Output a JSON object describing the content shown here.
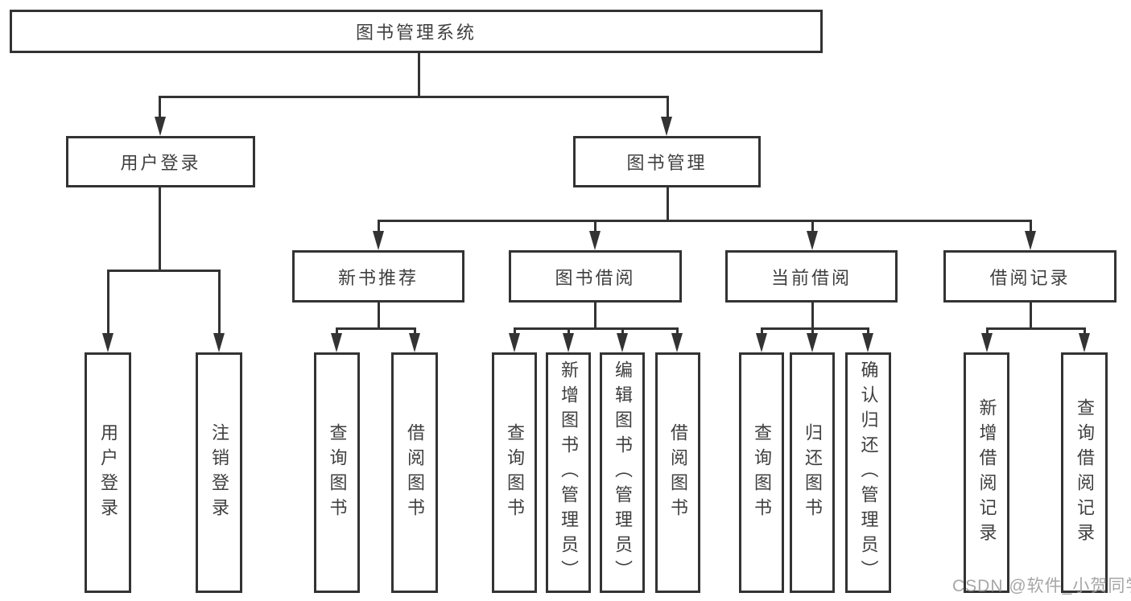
{
  "colors": {
    "line": "#333333",
    "box_border": "#333333",
    "box_fill": "#ffffff",
    "text": "#3f3f3f",
    "watermark": "#9e9e9e",
    "background": "#ffffff"
  },
  "tree": {
    "root": "图书管理系统",
    "branches": [
      {
        "label": "用户登录",
        "children": [
          "用户登录",
          "注销登录"
        ]
      },
      {
        "label": "图书管理",
        "sections": [
          {
            "label": "新书推荐",
            "children": [
              "查询图书",
              "借阅图书"
            ]
          },
          {
            "label": "图书借阅",
            "children": [
              "查询图书",
              "新增图书（管理员）",
              "编辑图书（管理员）",
              "借阅图书"
            ]
          },
          {
            "label": "当前借阅",
            "children": [
              "查询图书",
              "归还图书",
              "确认归还（管理员）"
            ]
          },
          {
            "label": "借阅记录",
            "children": [
              "新增借阅记录",
              "查询借阅记录"
            ]
          }
        ]
      }
    ]
  },
  "watermark": "CSDN @软件_小贺同学"
}
